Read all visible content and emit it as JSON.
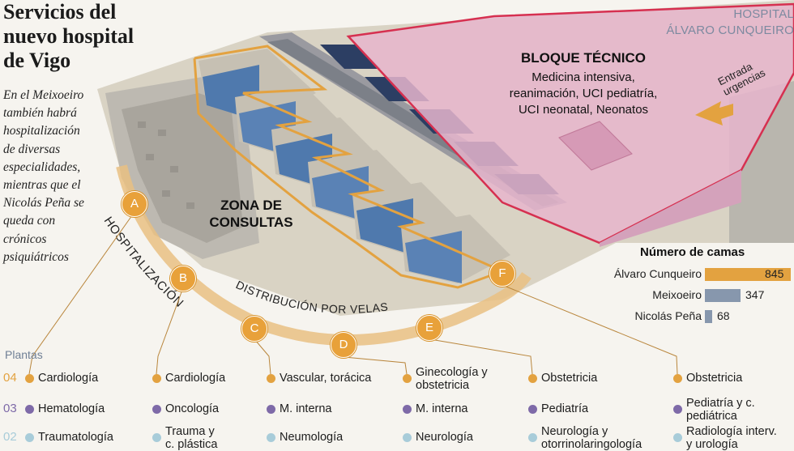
{
  "title_lines": [
    "Servicios del",
    "nuevo hospital",
    "de Vigo"
  ],
  "intro": [
    "En el Meixoeiro",
    "también habrá",
    "hospitalización",
    "de diversas",
    "especialidades,",
    "mientras que el",
    "Nicolás Peña se",
    "queda con",
    "crónicos",
    "psiquiátricos"
  ],
  "corner": [
    "HOSPITAL",
    "ÁLVARO CUNQUEIRO"
  ],
  "bloque_tecnico": {
    "title": "BLOQUE TÉCNICO",
    "lines": [
      "Medicina intensiva,",
      "reanimación, UCI pediatría,",
      "UCI neonatal, Neonatos"
    ]
  },
  "zona_consultas": [
    "ZONA DE",
    "CONSULTAS"
  ],
  "urgencias": [
    "Entrada",
    "urgencias"
  ],
  "hospitalizacion_label": "HOSPITALIZACIÓN",
  "distribucion_label": "DISTRIBUCIÓN POR VELAS",
  "velas": [
    "A",
    "B",
    "C",
    "D",
    "E",
    "F"
  ],
  "camas": {
    "title": "Número de camas",
    "rows": [
      {
        "label": "Álvaro Cunqueiro",
        "value": 845,
        "color": "#e3a240"
      },
      {
        "label": "Meixoeiro",
        "value": 347,
        "color": "#8797ad"
      },
      {
        "label": "Nicolás Peña",
        "value": 68,
        "color": "#8797ad"
      }
    ]
  },
  "chart_data": {
    "type": "bar",
    "title": "Número de camas",
    "categories": [
      "Álvaro Cunqueiro",
      "Meixoeiro",
      "Nicolás Peña"
    ],
    "values": [
      845,
      347,
      68
    ]
  },
  "plantas": {
    "title": "Plantas",
    "levels": [
      {
        "label": "04",
        "color": "#e3a240"
      },
      {
        "label": "03",
        "color": "#7e6aa8"
      },
      {
        "label": "02",
        "color": "#a8ccd9"
      }
    ],
    "columns": [
      {
        "vela": "A",
        "cells": [
          [
            "Cardiología"
          ],
          [
            "Hematología"
          ],
          [
            "Traumatología"
          ]
        ]
      },
      {
        "vela": "B",
        "cells": [
          [
            "Cardiología"
          ],
          [
            "Oncología"
          ],
          [
            "Trauma y",
            "c. plástica"
          ]
        ]
      },
      {
        "vela": "C",
        "cells": [
          [
            "Vascular, torácica"
          ],
          [
            "M. interna"
          ],
          [
            "Neumología"
          ]
        ]
      },
      {
        "vela": "D",
        "cells": [
          [
            "Ginecología y",
            "obstetricia"
          ],
          [
            "M. interna"
          ],
          [
            "Neurología"
          ]
        ]
      },
      {
        "vela": "E",
        "cells": [
          [
            "Obstetricia"
          ],
          [
            "Pediatría"
          ],
          [
            "Neurología y",
            "otorrinolaringología"
          ]
        ]
      },
      {
        "vela": "F",
        "cells": [
          [
            "Obstetricia"
          ],
          [
            "Pediatría y c.",
            "pediátrica"
          ],
          [
            "Radiología interv.",
            "y urología"
          ]
        ]
      }
    ]
  }
}
